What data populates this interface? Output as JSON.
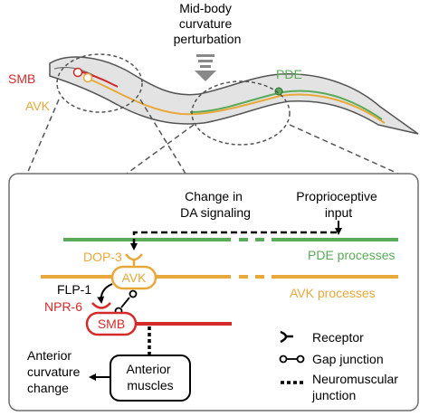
{
  "worm": {
    "perturbation_lines": [
      "Mid-body",
      "curvature",
      "perturbation"
    ],
    "smb": "SMB",
    "avk": "AVK",
    "pde": "PDE"
  },
  "circuit": {
    "da_change_lines": [
      "Change in",
      "DA signaling"
    ],
    "proprio_lines": [
      "Proprioceptive",
      "input"
    ],
    "dop3": "DOP-3",
    "avk_node": "AVK",
    "pde_processes": "PDE processes",
    "avk_processes": "AVK processes",
    "flp1": "FLP-1",
    "npr6": "NPR-6",
    "smb_node": "SMB",
    "anterior_change_lines": [
      "Anterior",
      "curvature",
      "change"
    ],
    "muscles_lines": [
      "Anterior",
      "muscles"
    ]
  },
  "legend": {
    "receptor": "Receptor",
    "gap_junction": "Gap junction",
    "nmj_lines": [
      "Neuromuscular",
      "junction"
    ]
  },
  "colors": {
    "pde": "#5aaa5a",
    "avk": "#e8a83a",
    "smb": "#d42a2a",
    "worm_fill": "#e3e3e3",
    "worm_outline": "#555555",
    "panel_border": "#6f6f6f"
  }
}
